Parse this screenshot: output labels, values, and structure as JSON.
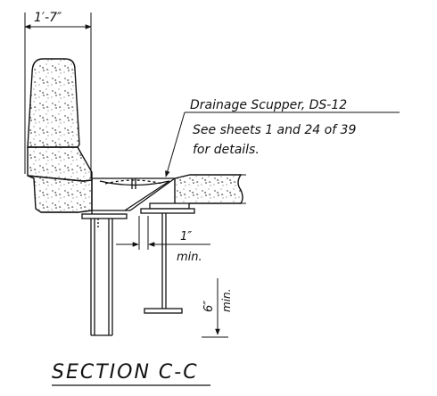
{
  "dimensions": {
    "barrier_width": "1′-7″",
    "min_gap": "1″",
    "min_gap_note": "min.",
    "flange_drop": "6″",
    "flange_drop_note": "min."
  },
  "callout": {
    "title": "Drainage Scupper, DS-12",
    "line2": "See sheets 1 and 24 of 39",
    "line3": "for details."
  },
  "section_title": "SECTION C-C",
  "colors": {
    "ink": "#111111",
    "background": "#ffffff"
  }
}
